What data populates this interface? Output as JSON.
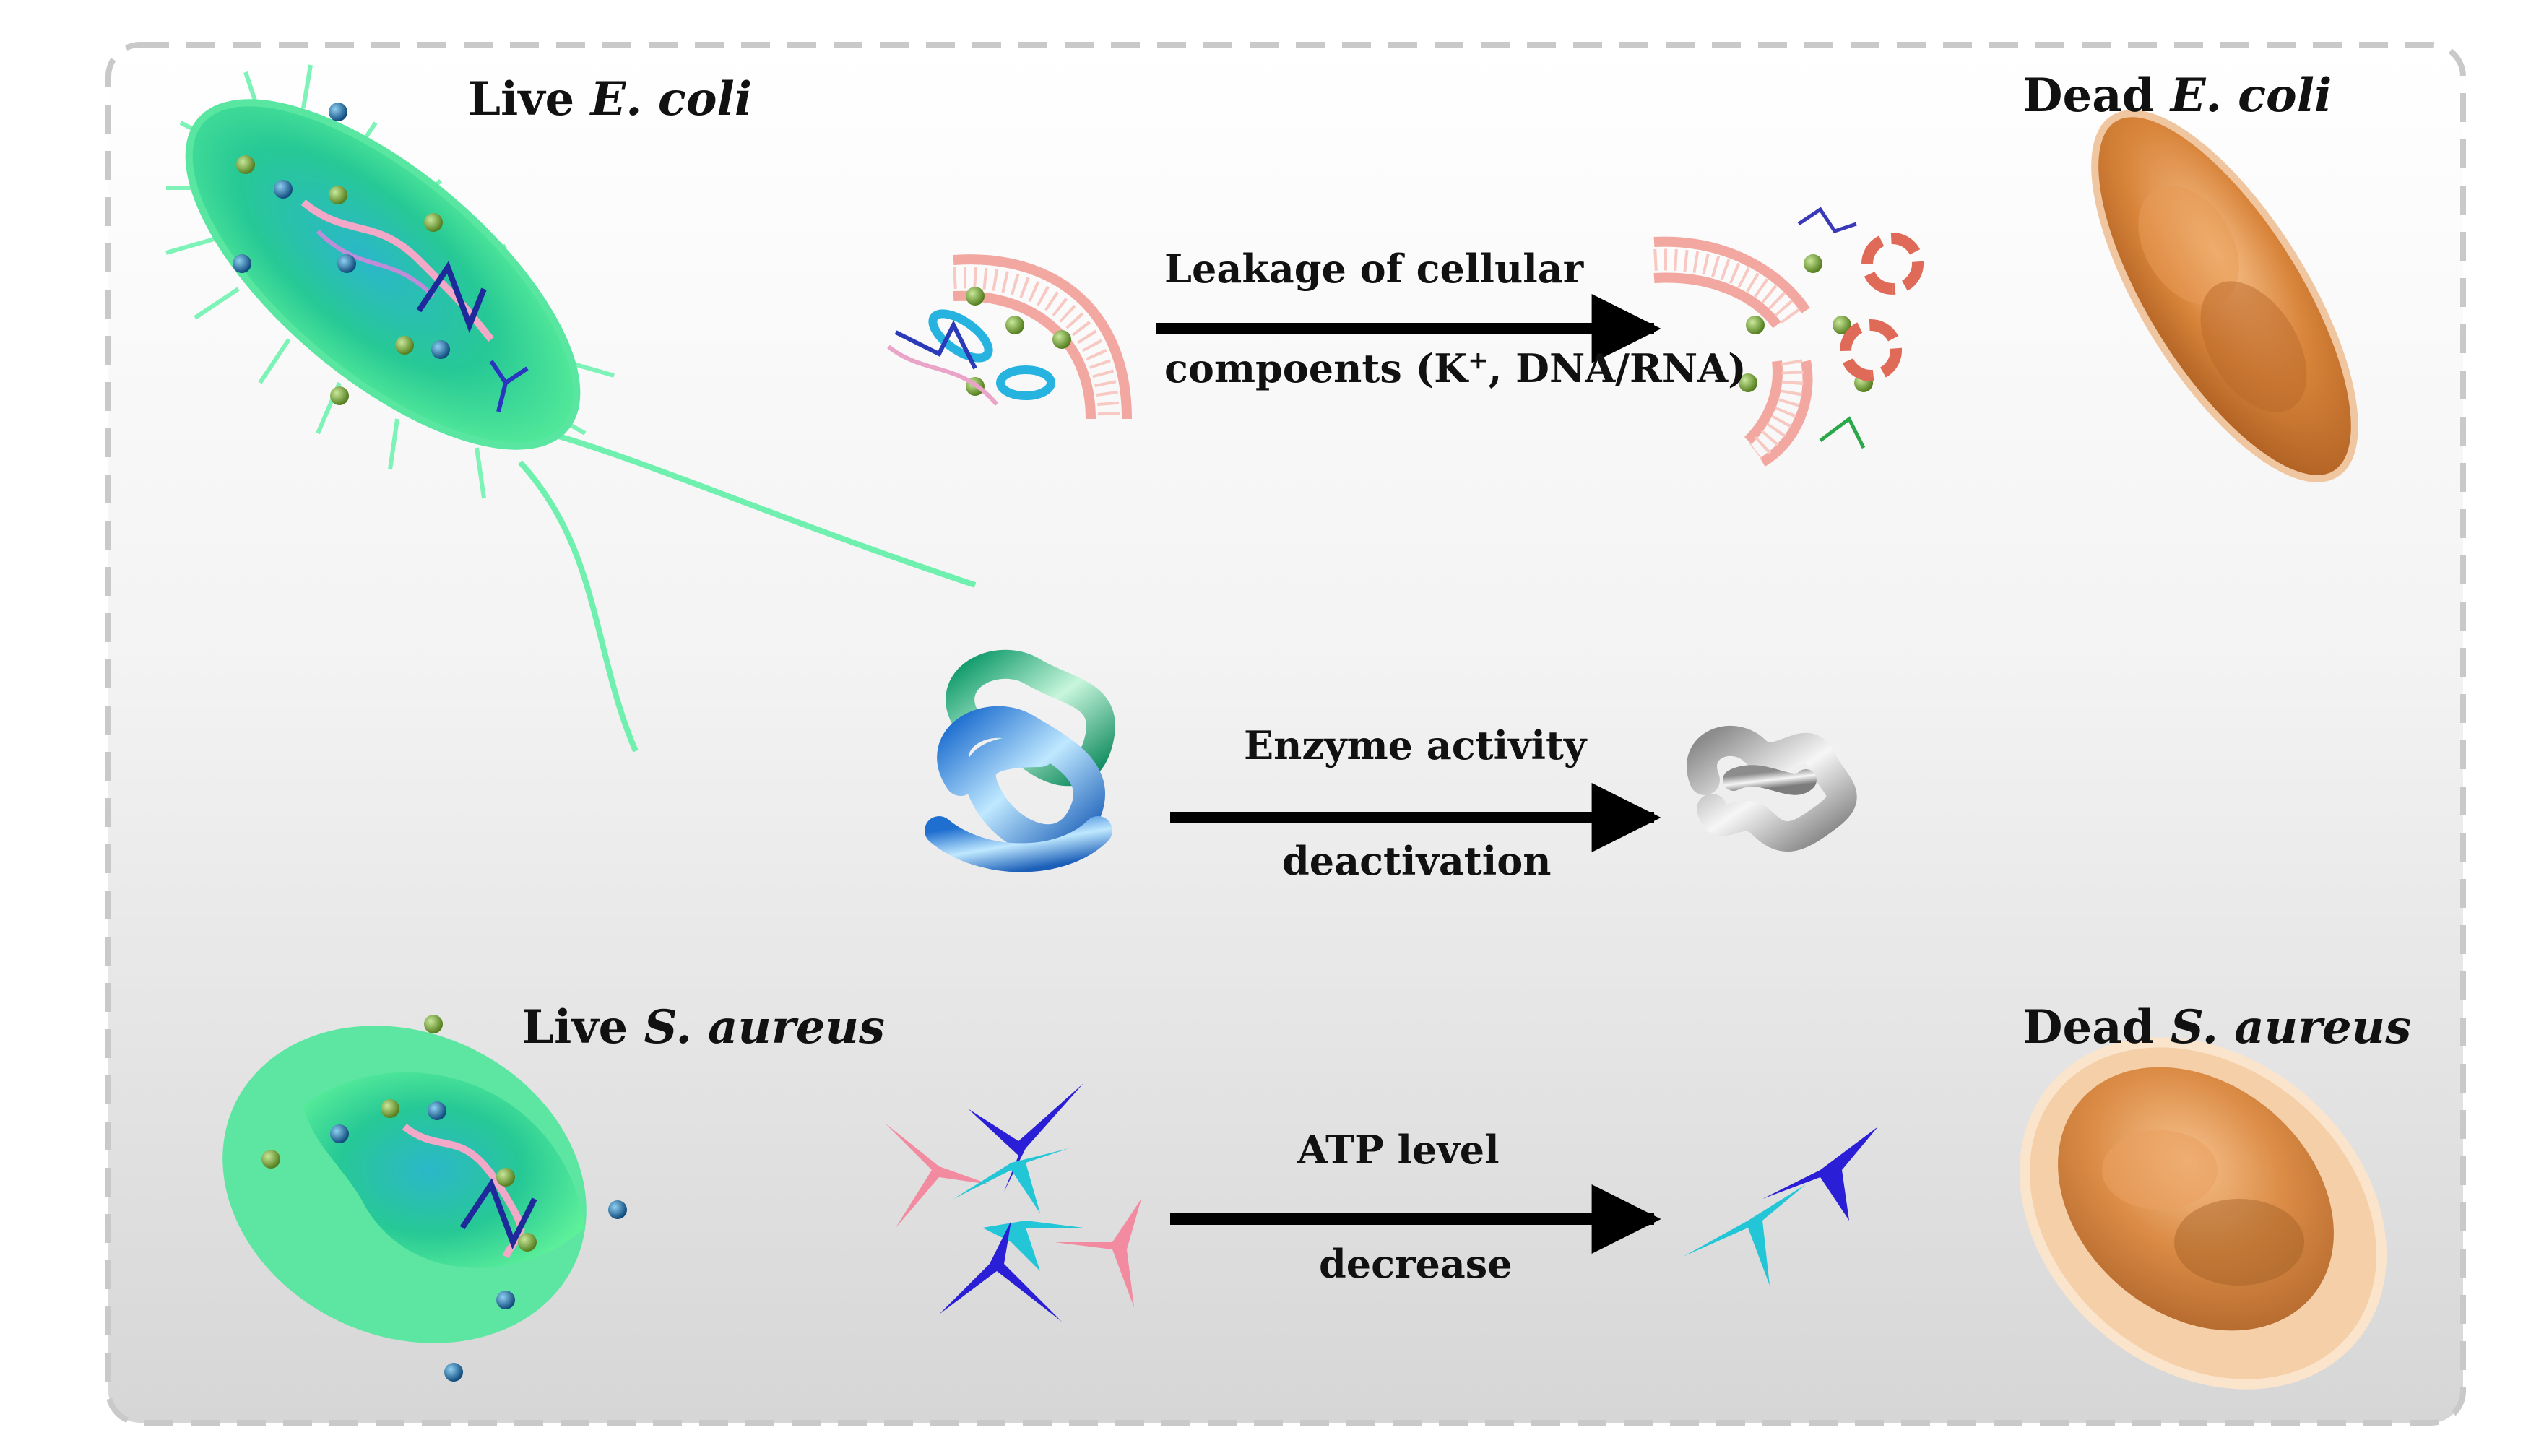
{
  "colors": {
    "panel_top": "#ffffff",
    "panel_bottom": "#d9d9d9",
    "panel_border": "#c8c8c8",
    "live_cell": "#3de08a",
    "dead_cell": "#d27a2e",
    "arrow": "#000000",
    "potassium_ion": "#6a9a2a",
    "ion_blue": "#1a5e9a",
    "membrane": "#f2a8a0",
    "atp_pink": "#f28aa0",
    "atp_cyan": "#22c6d6",
    "atp_navy": "#2a1ed6"
  },
  "labels": {
    "live_ecoli": {
      "prefix": "Live ",
      "species": "E. coli"
    },
    "dead_ecoli": {
      "prefix": "Dead ",
      "species": "E. coli"
    },
    "live_saureus": {
      "prefix": "Live ",
      "species": "S. aureus"
    },
    "dead_saureus": {
      "prefix": "Dead ",
      "species": "S. aureus"
    }
  },
  "mechanisms": [
    {
      "top": "Leakage of cellular",
      "bottom_pre": "compoents (K",
      "bottom_sup": "+",
      "bottom_post": ", DNA/RNA)"
    },
    {
      "top": "Enzyme activity",
      "bottom": "deactivation"
    },
    {
      "top": "ATP  level",
      "bottom": "decrease"
    }
  ],
  "icons": [
    "live-ecoli-cell-icon",
    "dead-ecoli-cell-icon",
    "live-saureus-cell-icon",
    "dead-saureus-cell-icon",
    "intact-membrane-icon",
    "broken-membrane-icon",
    "folded-enzyme-icon",
    "denatured-enzyme-icon",
    "atp-molecules-icon",
    "reduced-atp-icon"
  ]
}
